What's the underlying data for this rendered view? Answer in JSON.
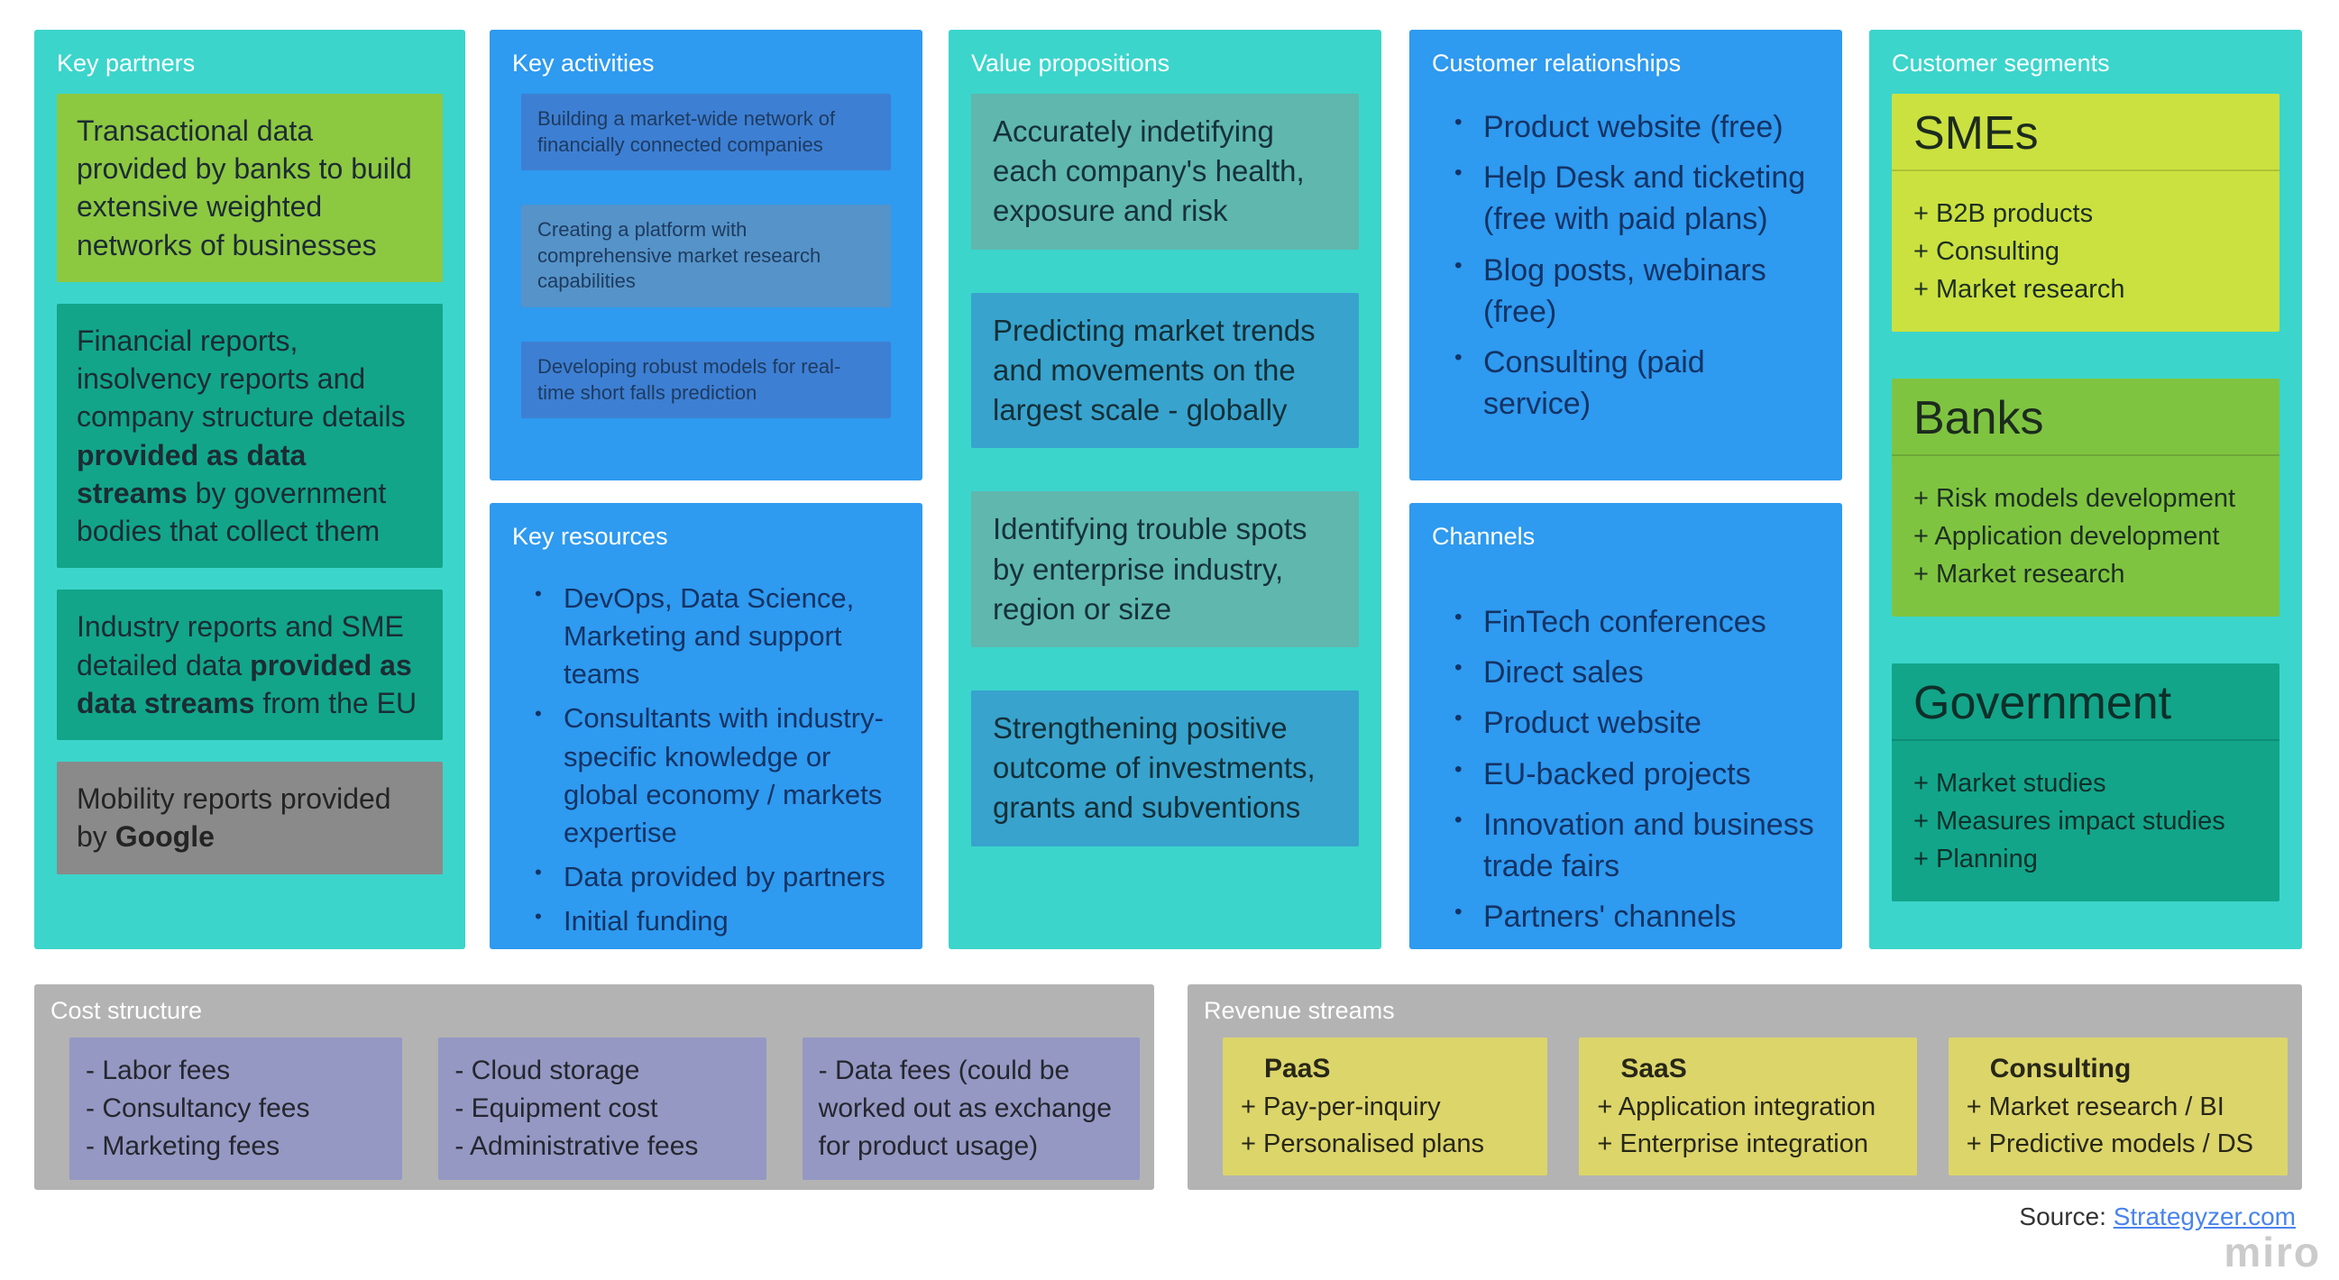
{
  "colors": {
    "teal": "#3bd5cb",
    "blue": "#2e9af0",
    "lime": "#8dc841",
    "tealgreen": "#12a58a",
    "graynote": "#8a8a8a",
    "bluenote": "#3d7fd3",
    "steelnote": "#5593c8",
    "mutedteal": "#5fb7ae",
    "steelteal": "#38a3cd",
    "segyellow": "#cbe13f",
    "seggreen": "#7fc440",
    "band": "#b3b3b3",
    "slate": "#9498c3",
    "yellownote": "#dcd56a",
    "link": "#4a84ec"
  },
  "key_partners": {
    "title": "Key partners",
    "notes": [
      {
        "segments": [
          {
            "t": "Transactional data provided by banks to build extensive weighted networks of businesses"
          }
        ]
      },
      {
        "segments": [
          {
            "t": "Financial reports, insolvency reports and company structure details "
          },
          {
            "t": "provided as data streams",
            "b": true
          },
          {
            "t": " by government bodies that collect them"
          }
        ]
      },
      {
        "segments": [
          {
            "t": "Industry reports and SME detailed data "
          },
          {
            "t": "provided as data streams",
            "b": true
          },
          {
            "t": " from the EU"
          }
        ]
      },
      {
        "segments": [
          {
            "t": "Mobility reports provided by "
          },
          {
            "t": "Google",
            "b": true
          }
        ]
      }
    ]
  },
  "key_activities": {
    "title": "Key activities",
    "notes": [
      "Building a market-wide network of financially connected companies",
      "Creating a platform with comprehensive market research capabilities",
      "Developing  robust models for real-time short falls prediction"
    ]
  },
  "key_resources": {
    "title": "Key resources",
    "items": [
      "DevOps, Data Science, Marketing and support teams",
      "Consultants with industry-specific knowledge or global economy / markets expertise",
      "Data provided by partners",
      "Initial funding"
    ]
  },
  "value_propositions": {
    "title": "Value propositions",
    "notes": [
      "Accurately indetifying each company's health, exposure and risk",
      "Predicting market trends and movements on the largest scale - globally",
      "Identifying trouble spots by enterprise industry, region or size",
      "Strengthening positive outcome of investments, grants and subventions"
    ]
  },
  "customer_relationships": {
    "title": "Customer relationships",
    "items": [
      "Product website (free)",
      "Help Desk and ticketing (free with paid plans)",
      "Blog posts, webinars (free)",
      "Consulting (paid service)"
    ]
  },
  "channels": {
    "title": "Channels",
    "items": [
      "FinTech conferences",
      "Direct sales",
      "Product website",
      "EU-backed projects",
      "Innovation and business trade fairs",
      "Partners' channels"
    ]
  },
  "customer_segments": {
    "title": "Customer segments",
    "cards": [
      {
        "name": "SMEs",
        "items": [
          "+ B2B products",
          "+ Consulting",
          "+ Market research"
        ]
      },
      {
        "name": "Banks",
        "items": [
          "+ Risk models development",
          "+ Application development",
          "+ Market research"
        ]
      },
      {
        "name": "Government",
        "items": [
          "+ Market studies",
          "+ Measures impact studies",
          "+ Planning"
        ]
      }
    ]
  },
  "cost_structure": {
    "title": "Cost structure",
    "boxes": [
      {
        "lines": [
          "- Labor fees",
          "- Consultancy fees",
          "- Marketing fees"
        ]
      },
      {
        "lines": [
          "- Cloud storage",
          "- Equipment cost",
          "- Administrative fees"
        ]
      },
      {
        "lines": [
          "- Data fees (could be worked out as exchange for product usage)"
        ]
      }
    ]
  },
  "revenue_streams": {
    "title": "Revenue streams",
    "boxes": [
      {
        "title": "PaaS",
        "items": [
          "+ Pay-per-inquiry",
          "+ Personalised plans"
        ]
      },
      {
        "title": "SaaS",
        "items": [
          "+ Application integration",
          "+ Enterprise integration"
        ]
      },
      {
        "title": "Consulting",
        "items": [
          "+ Market research / BI",
          "+ Predictive models / DS"
        ]
      }
    ]
  },
  "footer": {
    "source_label": "Source:",
    "source_link_text": "Strategyzer.com",
    "brand": "miro"
  }
}
